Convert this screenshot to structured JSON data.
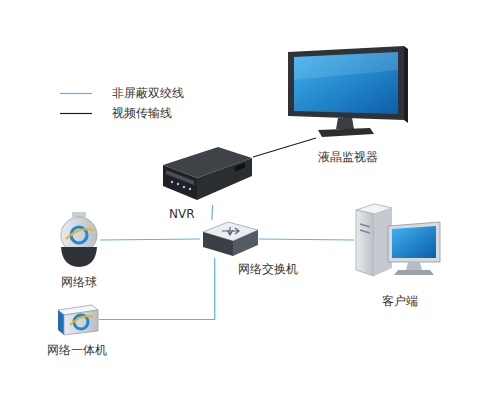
{
  "diagram": {
    "nodes": [
      {
        "text": [
          "液晶监视器"
        ]
      },
      {
        "text": [
          "NVR"
        ]
      },
      {
        "text": [
          "网络交换机"
        ]
      },
      {
        "text": [
          "网络球"
        ]
      },
      {
        "text": [
          "客户端"
        ]
      },
      {
        "text": [
          "网络一体机"
        ]
      }
    ],
    "edges": [
      {
        "from": 1,
        "to": 0,
        "arrow": "none"
      },
      {
        "from": 1,
        "to": 2,
        "arrow": "none"
      },
      {
        "from": 3,
        "to": 2,
        "arrow": "none"
      },
      {
        "from": 5,
        "to": 2,
        "arrow": "none"
      },
      {
        "from": 2,
        "to": 4,
        "arrow": "none"
      }
    ],
    "legend": [
      {
        "text": "非屏蔽双绞线"
      },
      {
        "text": "视频传输线"
      }
    ]
  }
}
